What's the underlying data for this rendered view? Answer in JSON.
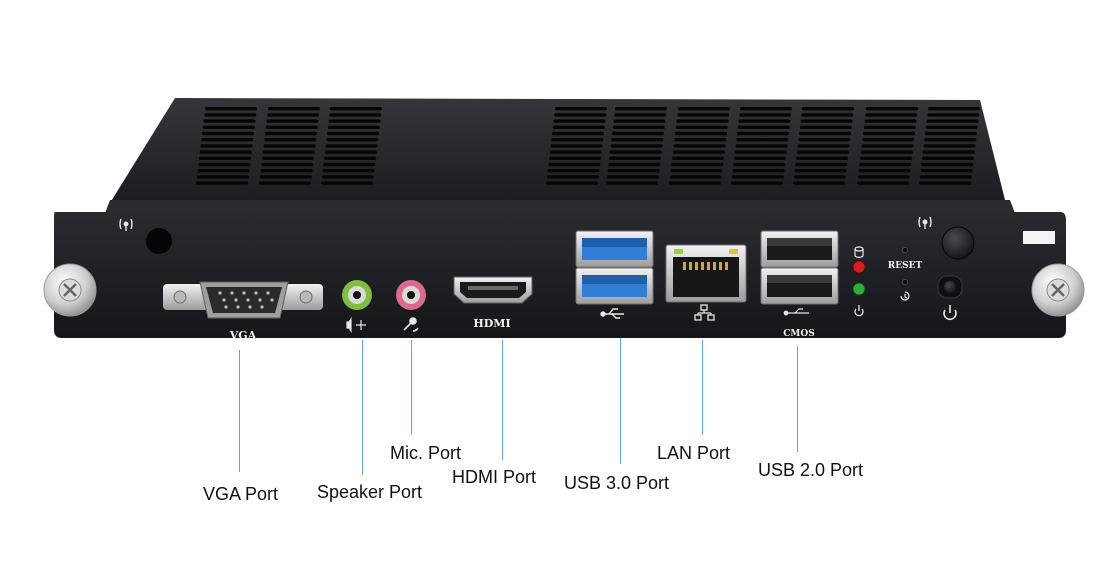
{
  "panel_labels": {
    "vga": "VGA",
    "hdmi": "HDMI",
    "reset": "RESET",
    "cmos": "CMOS"
  },
  "callouts": {
    "vga": "VGA Port",
    "speaker": "Speaker Port",
    "mic": "Mic. Port",
    "hdmi": "HDMI Port",
    "usb3": "USB 3.0 Port",
    "lan": "LAN Port",
    "usb2": "USB 2.0 Port"
  },
  "colors": {
    "chassis": "#1e1f22",
    "usb3_blue": "#2f7fd6",
    "speaker_green": "#8bc63f",
    "mic_pink": "#e06a8f",
    "led_red": "#d82020",
    "led_green": "#2fae3a",
    "leader_line": "#5aa8df"
  }
}
